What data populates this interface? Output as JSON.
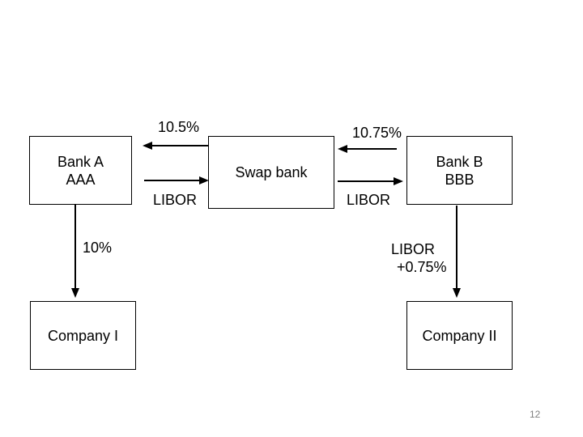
{
  "page": {
    "background": "#ffffff",
    "page_number": "12"
  },
  "diagram": {
    "boxes": {
      "bank_a": {
        "line1": "Bank A",
        "line2": "AAA"
      },
      "swap_bank": {
        "line1": "Swap bank"
      },
      "bank_b": {
        "line1": "Bank B",
        "line2": "BBB"
      },
      "company_1": {
        "line1": "Company I"
      },
      "company_2": {
        "line1": "Company II"
      }
    },
    "labels": {
      "bank_a_rate": "10.5%",
      "bank_b_rate": "10.75%",
      "libor_left": "LIBOR",
      "libor_right": "LIBOR",
      "company_1_rate": "10%",
      "company_2_rate_line1": "LIBOR",
      "company_2_rate_line2": "+0.75%"
    },
    "colors": {
      "line": "#000000",
      "text": "#000000",
      "page_number": "#808080",
      "background": "#ffffff"
    }
  }
}
